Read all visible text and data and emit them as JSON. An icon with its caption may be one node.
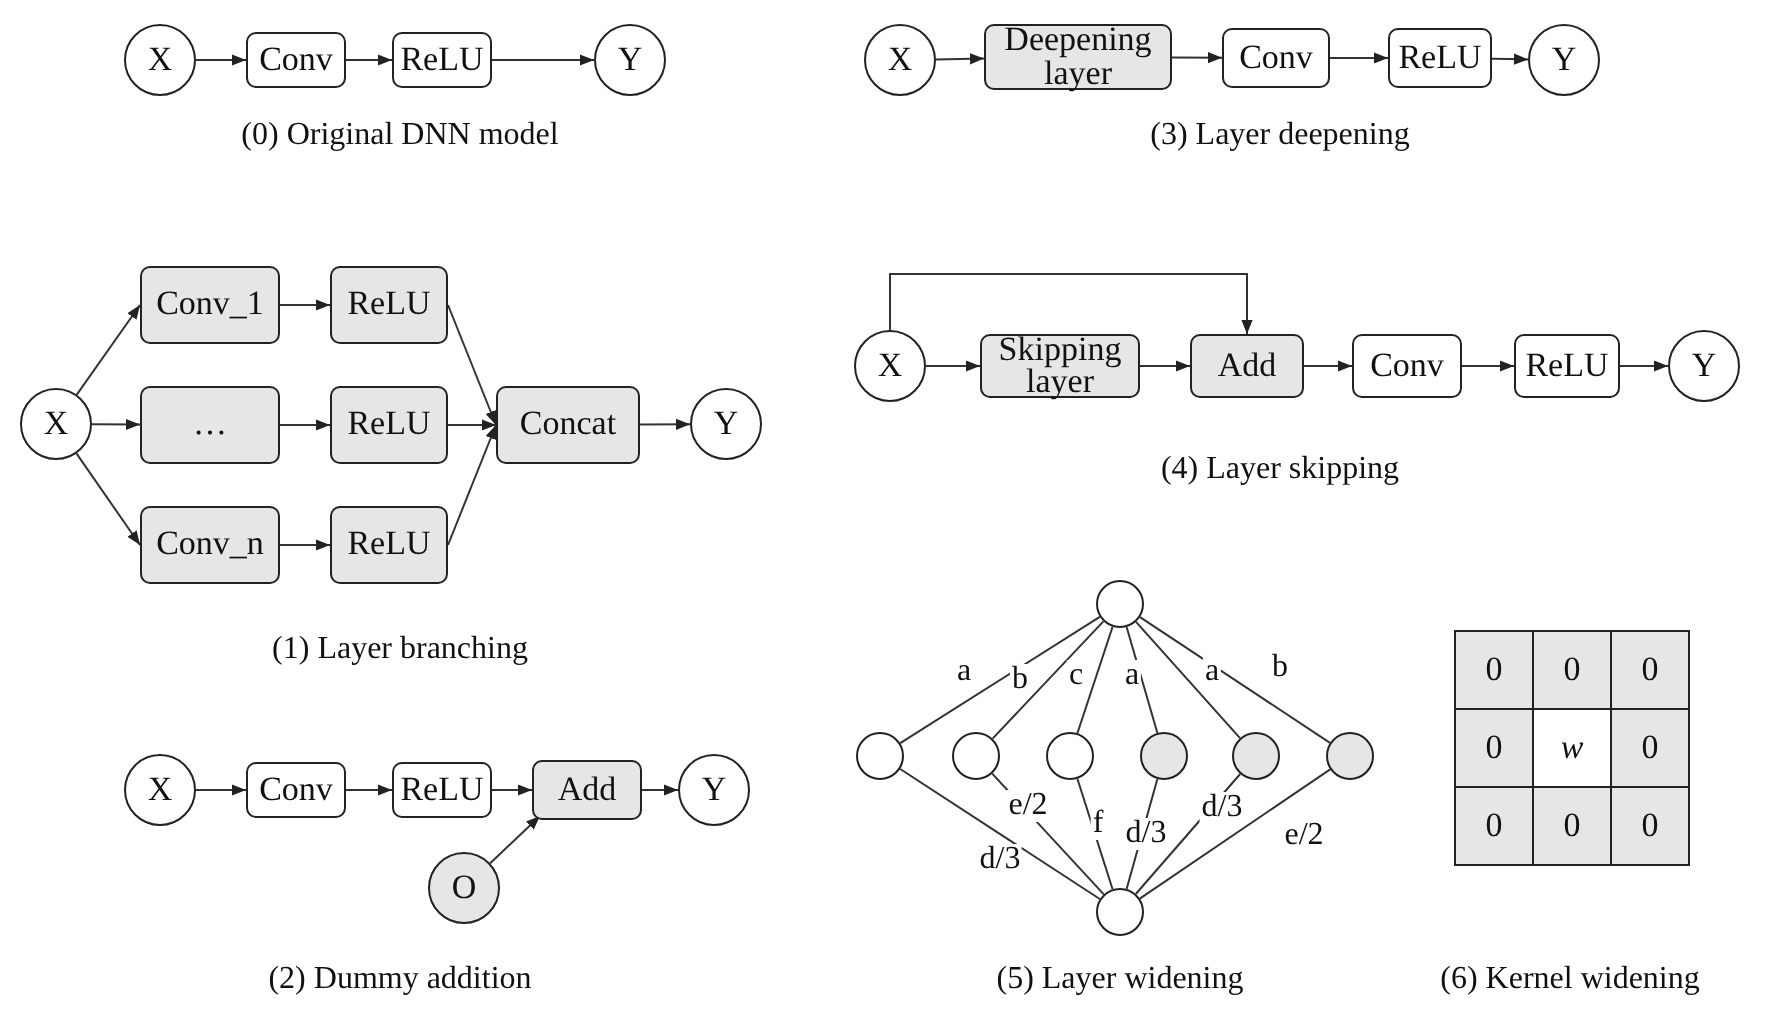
{
  "diagram": {
    "nodes": [
      {
        "text": [
          "X"
        ]
      },
      {
        "text": [
          "Conv"
        ]
      },
      {
        "text": [
          "ReLU"
        ]
      },
      {
        "text": [
          "Y"
        ]
      },
      {
        "text": [
          "X"
        ]
      },
      {
        "text": [
          "Conv_1"
        ]
      },
      {
        "text": [
          "…"
        ]
      },
      {
        "text": [
          "Conv_n"
        ]
      },
      {
        "text": [
          "ReLU"
        ]
      },
      {
        "text": [
          "ReLU"
        ]
      },
      {
        "text": [
          "ReLU"
        ]
      },
      {
        "text": [
          "Concat"
        ]
      },
      {
        "text": [
          "Y"
        ]
      },
      {
        "text": [
          "X"
        ]
      },
      {
        "text": [
          "Conv"
        ]
      },
      {
        "text": [
          "ReLU"
        ]
      },
      {
        "text": [
          "Add"
        ]
      },
      {
        "text": [
          "Y"
        ]
      },
      {
        "text": [
          "O"
        ]
      },
      {
        "text": [
          "X"
        ]
      },
      {
        "text": [
          "Deepening layer"
        ]
      },
      {
        "text": [
          "Conv"
        ]
      },
      {
        "text": [
          "ReLU"
        ]
      },
      {
        "text": [
          "Y"
        ]
      },
      {
        "text": [
          "X"
        ]
      },
      {
        "text": [
          "Skipping layer"
        ]
      },
      {
        "text": [
          "Add"
        ]
      },
      {
        "text": [
          "Conv"
        ]
      },
      {
        "text": [
          "ReLU"
        ]
      },
      {
        "text": [
          "Y"
        ]
      },
      {
        "text": [],
        "shape": "circle"
      },
      {
        "text": [],
        "shape": "circle"
      },
      {
        "text": [],
        "shape": "circle"
      },
      {
        "text": [],
        "shape": "circle"
      },
      {
        "text": [],
        "shape": "circle"
      },
      {
        "text": [],
        "shape": "circle"
      },
      {
        "text": [],
        "shape": "circle"
      },
      {
        "text": [],
        "shape": "circle"
      }
    ],
    "edges": [
      {
        "from": 0,
        "to": 1,
        "arrow": "to"
      },
      {
        "from": 1,
        "to": 2,
        "arrow": "to"
      },
      {
        "from": 2,
        "to": 3,
        "arrow": "to"
      },
      {
        "from": 4,
        "to": 5,
        "arrow": "to"
      },
      {
        "from": 4,
        "to": 6,
        "arrow": "to"
      },
      {
        "from": 4,
        "to": 7,
        "arrow": "to"
      },
      {
        "from": 5,
        "to": 8,
        "arrow": "to"
      },
      {
        "from": 6,
        "to": 9,
        "arrow": "to"
      },
      {
        "from": 7,
        "to": 10,
        "arrow": "to"
      },
      {
        "from": 8,
        "to": 11,
        "arrow": "to"
      },
      {
        "from": 9,
        "to": 11,
        "arrow": "to"
      },
      {
        "from": 10,
        "to": 11,
        "arrow": "to"
      },
      {
        "from": 11,
        "to": 12,
        "arrow": "to"
      },
      {
        "from": 13,
        "to": 14,
        "arrow": "to"
      },
      {
        "from": 14,
        "to": 15,
        "arrow": "to"
      },
      {
        "from": 15,
        "to": 16,
        "arrow": "to"
      },
      {
        "from": 16,
        "to": 17,
        "arrow": "to"
      },
      {
        "from": 18,
        "to": 16,
        "arrow": "to"
      },
      {
        "from": 19,
        "to": 20,
        "arrow": "to"
      },
      {
        "from": 20,
        "to": 21,
        "arrow": "to"
      },
      {
        "from": 21,
        "to": 22,
        "arrow": "to"
      },
      {
        "from": 22,
        "to": 23,
        "arrow": "to"
      },
      {
        "from": 24,
        "to": 25,
        "arrow": "to"
      },
      {
        "from": 25,
        "to": 26,
        "arrow": "to"
      },
      {
        "from": 24,
        "to": 26,
        "arrow": "to"
      },
      {
        "from": 26,
        "to": 27,
        "arrow": "to"
      },
      {
        "from": 27,
        "to": 28,
        "arrow": "to"
      },
      {
        "from": 28,
        "to": 29,
        "arrow": "to"
      },
      {
        "from": 30,
        "to": 31,
        "arrow": "none",
        "label": "a"
      },
      {
        "from": 30,
        "to": 32,
        "arrow": "none",
        "label": "b"
      },
      {
        "from": 30,
        "to": 33,
        "arrow": "none",
        "label": "c"
      },
      {
        "from": 30,
        "to": 34,
        "arrow": "none",
        "label": "a"
      },
      {
        "from": 30,
        "to": 35,
        "arrow": "none",
        "label": "a"
      },
      {
        "from": 30,
        "to": 36,
        "arrow": "none",
        "label": "b"
      },
      {
        "from": 31,
        "to": 37,
        "arrow": "none",
        "label": "d/3"
      },
      {
        "from": 32,
        "to": 37,
        "arrow": "none",
        "label": "e/2"
      },
      {
        "from": 33,
        "to": 37,
        "arrow": "none",
        "label": "f"
      },
      {
        "from": 34,
        "to": 37,
        "arrow": "none",
        "label": "d/3"
      },
      {
        "from": 35,
        "to": 37,
        "arrow": "none",
        "label": "d/3"
      },
      {
        "from": 36,
        "to": 37,
        "arrow": "none",
        "label": "e/2"
      }
    ],
    "labels": [
      "(0) Original DNN model",
      "(3) Layer deepening",
      "(1) Layer branching",
      "(4) Layer skipping",
      "0",
      "0",
      "0",
      "0",
      "w",
      "0",
      "0",
      "0",
      "0",
      "(2) Dummy addition",
      "(5) Layer widening",
      "(6) Kernel widening"
    ]
  }
}
